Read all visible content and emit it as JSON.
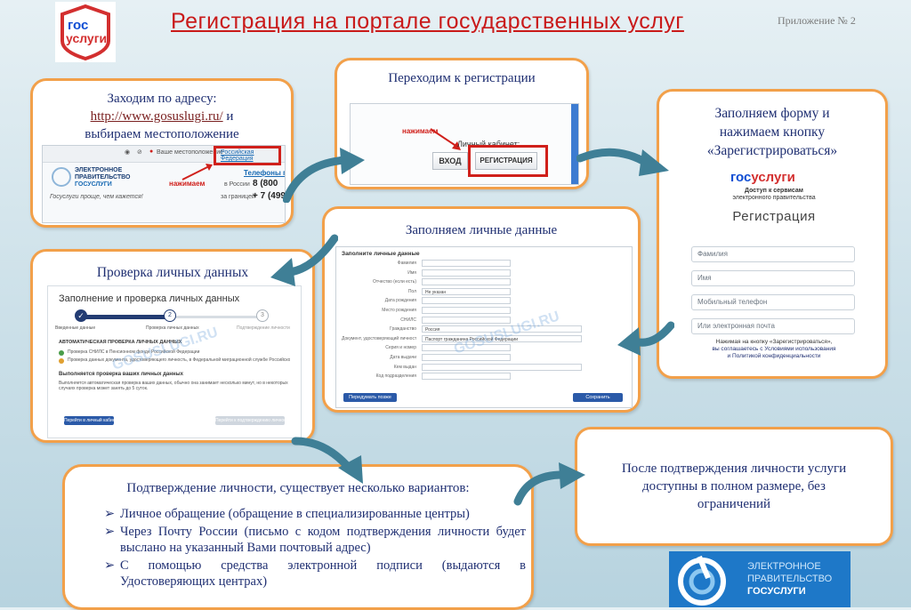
{
  "header": {
    "logo_top": "гос",
    "logo_bottom": "услуги",
    "title": "Регистрация  на  портале  государственных  услуг",
    "appendix": "Приложение № 2"
  },
  "step1": {
    "text_before": "Заходим по адресу:",
    "link": "http://www.gosuslugi.ru/",
    "text_and": " и",
    "text_after": "выбираем местоположение",
    "shot": {
      "location_label": "Ваше местоположение",
      "location_value": "Российская Федерация",
      "press_label": "нажимаем",
      "brand_line1": "ЭЛЕКТРОННОЕ",
      "brand_line2": "ПРАВИТЕЛЬСТВО",
      "brand_line3": "ГОСУСЛУГИ",
      "slogan": "Госуслуги проще, чем кажется!",
      "phones_title": "Телефоны под",
      "phone1_label": "в России",
      "phone1_value": "8 (800",
      "phone2_label": "за границей",
      "phone2_value": "+ 7 (499"
    }
  },
  "step2": {
    "caption": "Переходим к регистрации",
    "shot": {
      "press_label": "нажимаем",
      "cabinet_label": "Личный кабинет:",
      "login_button": "ВХОД",
      "register_button": "РЕГИСТРАЦИЯ"
    }
  },
  "step3": {
    "caption_line1": "Заполняем форму и",
    "caption_line2": "нажимаем кнопку",
    "caption_line3": "«Зарегистрироваться»",
    "shot": {
      "logo_a": "гос",
      "logo_b": "услуги",
      "sub1": "Доступ к сервисам",
      "sub2": "электронного правительства",
      "heading": "Регистрация",
      "fields": [
        "Фамилия",
        "Имя",
        "Мобильный телефон",
        "Или электронная почта"
      ],
      "agree1": "Нажимая на кнопку «Зарегистрироваться»,",
      "agree2": "вы соглашаетесь с Условиями использования",
      "agree3": "и Политикой конфиденциальности"
    }
  },
  "step4": {
    "caption": "Заполняем личные данные",
    "shot": {
      "section": "Заполните личные данные",
      "rows": [
        "Фамилия",
        "Имя",
        "Отчество (если есть)",
        "Пол",
        "Дата рождения",
        "Место рождения",
        "СНИЛС",
        "Гражданство",
        "Документ, удостоверяющий личность",
        "Серия и номер",
        "Дата выдачи",
        "Кем выдан",
        "Код подразделения"
      ],
      "gender_value": "Не указан",
      "citizenship_value": "Россия",
      "document_value": "Паспорт гражданина Российской Федерации",
      "back_button": "Передумать позже",
      "save_button": "Сохранить"
    }
  },
  "step5": {
    "caption": "Проверка личных данных",
    "shot": {
      "heading": "Заполнение и проверка личных данных",
      "step_labels": [
        "Введенные данные",
        "Проверка личных данных",
        "Подтверждение личности"
      ],
      "step_numbers": [
        "2",
        "3"
      ],
      "auto_title": "АВТОМАТИЧЕСКАЯ ПРОВЕРКА ЛИЧНЫХ ДАННЫХ",
      "check1": "Проверка СНИЛС в Пенсионном фонде Российской Федерации",
      "check2": "Проверка данных документа, удостоверяющего личность, в Федеральной миграционной службе Российской Федерации",
      "progress_title": "Выполняется проверка ваших личных данных",
      "body_text": "Выполняется автоматическая проверка ваших данных, обычно она занимает несколько минут, но в некоторых случаях проверка может занять до 5 суток.",
      "left_button": "Перейти в личный кабинет",
      "right_button": "Перейти к подтверждению личности"
    }
  },
  "step6": {
    "title": "Подтверждение личности, существует несколько вариантов:",
    "items": [
      "Личное обращение (обращение в специализированные центры)",
      "Через Почту России (письмо с кодом подтверждения личности будет выслано на указанный Вами почтовый адрес)",
      "С помощью средства электронной подписи (выдаются в Удостоверяющих центрах)"
    ]
  },
  "step7": {
    "line1": "После подтверждения личности услуги",
    "line2": "доступны в полном размере, без",
    "line3": "ограничений"
  },
  "footer_logo": {
    "line1": "ЭЛЕКТРОННОЕ",
    "line2": "ПРАВИТЕЛЬСТВО",
    "line3": "ГОСУСЛУГИ"
  },
  "watermark": "GOSUSLUGI.RU",
  "colors": {
    "title_red": "#c91a1a",
    "box_border": "#f2a04a",
    "caption_blue": "#1f2f72",
    "arrow_teal": "#3f7f96",
    "accent_blue": "#1769b3",
    "logo_red": "#d32f2f",
    "logo_blue": "#0d4cd3"
  }
}
